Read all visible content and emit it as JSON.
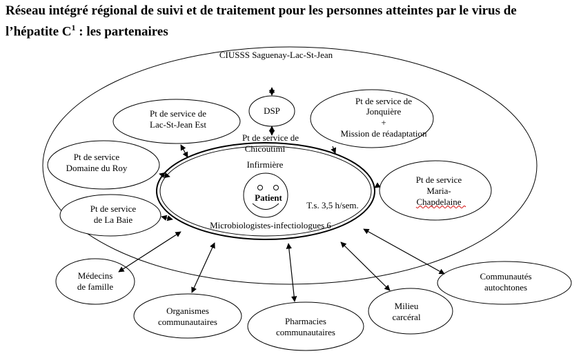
{
  "title": {
    "main": "Réseau intégré régional de suivi et de traitement pour les personnes atteintes par le virus de l’hépatite C",
    "footnote_mark": "1",
    "suffix": " : les partenaires"
  },
  "region_label": "CIUSSS Saguenay-Lac-St-Jean",
  "center": {
    "heading_line1": "Pt de service de",
    "heading_line2": "Chicoutimi",
    "nurse": "Infirmière",
    "patient": "Patient",
    "social_worker": "T.s. 3,5 h/sem.",
    "specialists": "Microbiologistes-infectiologues 6"
  },
  "inner_partners": {
    "dsp": "DSP",
    "lac_st_jean_est": [
      "Pt de service de",
      "Lac-St-Jean Est"
    ],
    "jonquiere": [
      "Pt de service de",
      "Jonquière",
      "+",
      "Mission de réadaptation"
    ],
    "domaine_du_roy": [
      "Pt de service",
      "Domaine du Roy"
    ],
    "maria_chapdelaine": [
      "Pt de service",
      "Maria-",
      "Chapdelaine"
    ],
    "la_baie": [
      "Pt de service",
      "de La Baie"
    ]
  },
  "outer_partners": {
    "medecins": [
      "Médecins",
      "de famille"
    ],
    "organismes": [
      "Organismes",
      "communautaires"
    ],
    "pharmacies": [
      "Pharmacies",
      "communautaires"
    ],
    "milieu": [
      "Milieu",
      "carcéral"
    ],
    "communautes": [
      "Communautés",
      "autochtones"
    ]
  }
}
